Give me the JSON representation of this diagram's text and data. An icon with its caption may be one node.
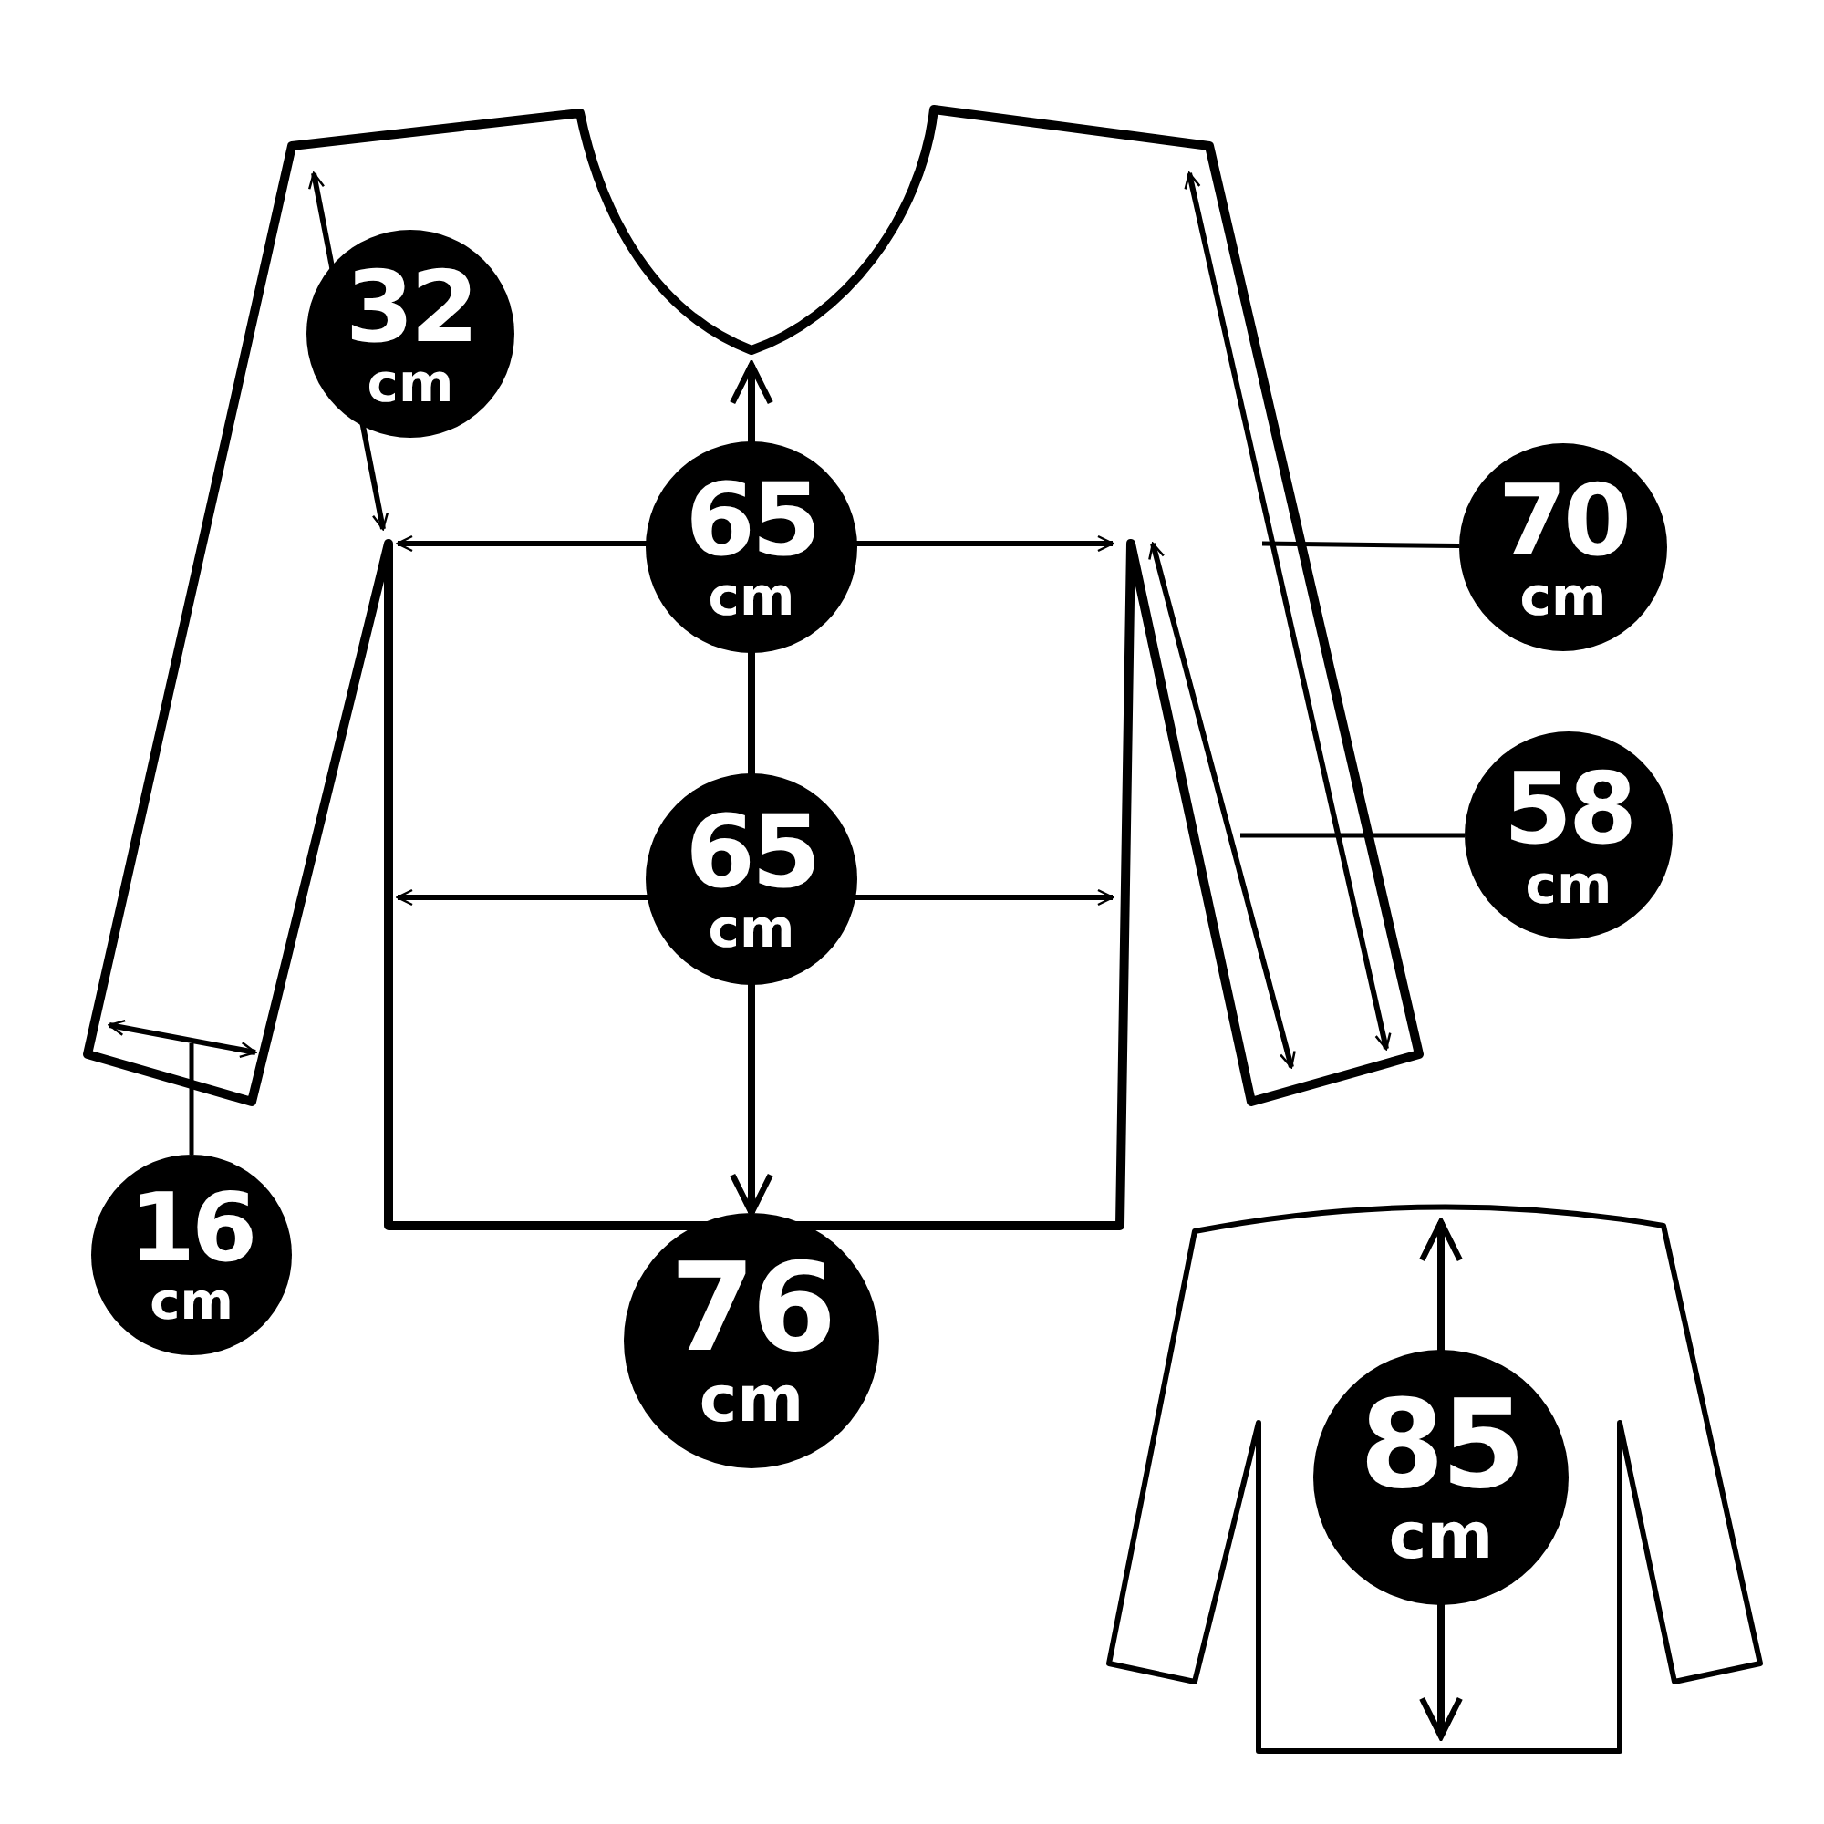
{
  "diagram": {
    "nodes": [
      {
        "text": [
          "32 cm"
        ]
      },
      {
        "text": [
          "65 cm"
        ]
      },
      {
        "text": [
          "70 cm"
        ]
      },
      {
        "text": [
          "58 cm"
        ]
      },
      {
        "text": [
          "65 cm"
        ]
      },
      {
        "text": [
          "16 cm"
        ]
      },
      {
        "text": [
          "76 cm"
        ]
      },
      {
        "text": [
          "85 cm"
        ]
      }
    ],
    "edges": [
      {
        "from": 2,
        "to": null,
        "arrow": "none"
      },
      {
        "from": 3,
        "to": null,
        "arrow": "none"
      },
      {
        "from": 5,
        "to": null,
        "arrow": "none"
      }
    ]
  }
}
